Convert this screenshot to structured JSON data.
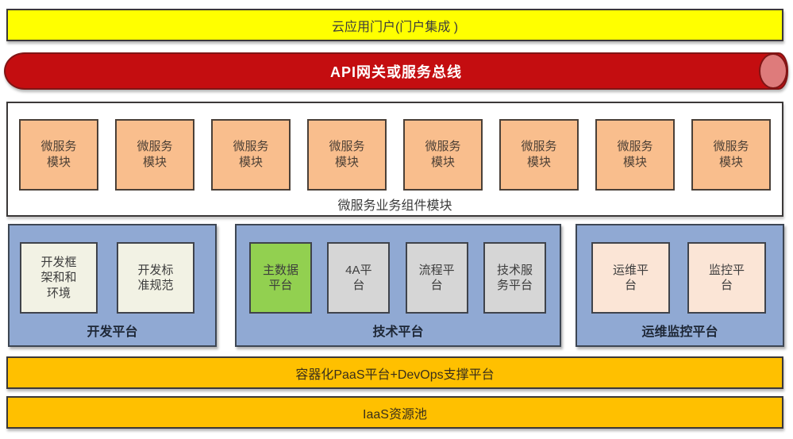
{
  "colors": {
    "yellow": "#FFFF00",
    "red_body": "#C40D10",
    "red_cap": "#DE7B7B",
    "red_border": "#801515",
    "orange_box": "#F9BE8D",
    "blue_panel": "#90A9D3",
    "cream_box": "#F2F2E4",
    "green_box": "#92D050",
    "gray_box": "#D6D6D6",
    "peach_box": "#FBE5D6",
    "amber_bar": "#FFC000",
    "border_dark": "#3B3838",
    "text_dark": "#3C3C3C",
    "text_brown": "#4E4136",
    "caption_dark": "#1E2736"
  },
  "portal_bar": {
    "label": "云应用门户(门户集成 )"
  },
  "api_bar": {
    "label": "API网关或服务总线"
  },
  "microservices": {
    "caption": "微服务业务组件模块",
    "modules": [
      "微服务\n模块",
      "微服务\n模块",
      "微服务\n模块",
      "微服务\n模块",
      "微服务\n模块",
      "微服务\n模块",
      "微服务\n模块",
      "微服务\n模块"
    ]
  },
  "platforms": [
    {
      "caption": "开发平台",
      "boxes": [
        {
          "label": "开发框\n架和和\n环境"
        },
        {
          "label": "开发标\n准规范"
        }
      ]
    },
    {
      "caption": "技术平台",
      "boxes": [
        {
          "label": "主数据\n平台"
        },
        {
          "label": "4A平\n台"
        },
        {
          "label": "流程平\n台"
        },
        {
          "label": "技术服\n务平台"
        }
      ]
    },
    {
      "caption": "运维监控平台",
      "boxes": [
        {
          "label": "运维平\n台"
        },
        {
          "label": "监控平\n台"
        }
      ]
    }
  ],
  "paas_bar": {
    "label": "容器化PaaS平台+DevOps支撑平台"
  },
  "iaas_bar": {
    "label": "IaaS资源池"
  }
}
